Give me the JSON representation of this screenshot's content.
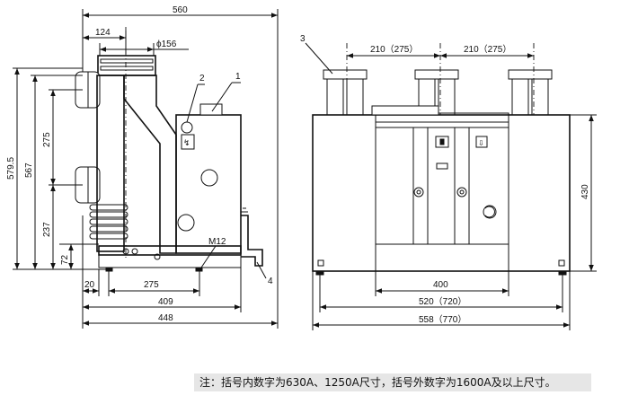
{
  "side_view": {
    "dim_overall_width": "560",
    "dim_pole_offset": "124",
    "dim_contact_dia": "ϕ156",
    "dim_total_height": "579.5",
    "dim_contact_to_floor": "567",
    "dim_phase_spacing_v": "275",
    "dim_lower_to_floor": "237",
    "dim_base_height": "72",
    "dim_base_offset": "20",
    "dim_mount_spacing": "275",
    "dim_depth_409": "409",
    "dim_depth_448": "448",
    "label_thread": "M12",
    "callout_1": "1",
    "callout_2": "2",
    "callout_4": "4"
  },
  "front_view": {
    "callout_3": "3",
    "dim_phase_spacing_left": "210（275）",
    "dim_phase_spacing_right": "210（275）",
    "dim_cabinet_height": "430",
    "dim_mount_width": "400",
    "dim_width_520": "520（720）",
    "dim_width_558": "558（770）"
  },
  "note": "注：括号内数字为630A、1250A尺寸，括号外数字为1600A及以上尺寸。"
}
